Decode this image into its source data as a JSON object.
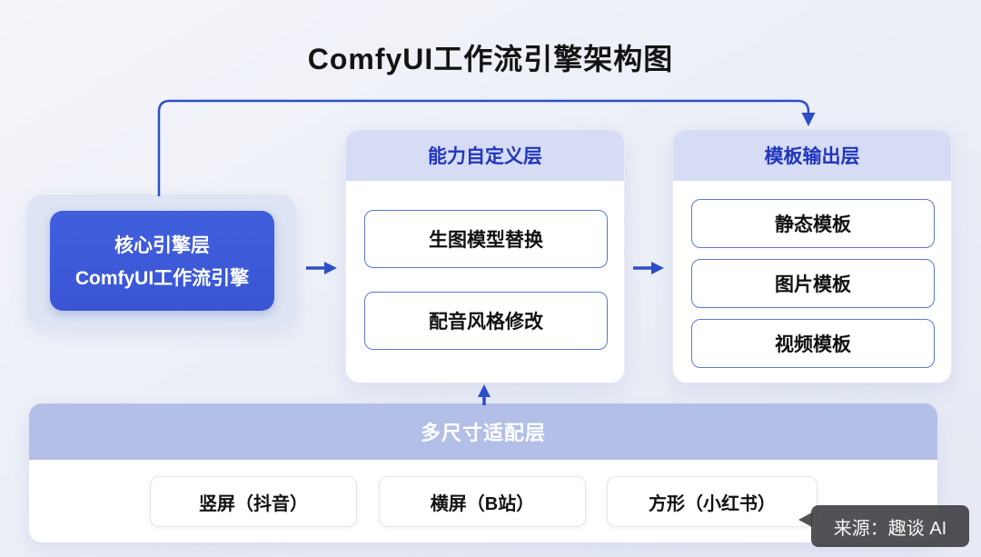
{
  "title": "ComfyUI工作流引擎架构图",
  "core_node": {
    "line1": "核心引擎层",
    "line2": "ComfyUI工作流引擎"
  },
  "capability_layer": {
    "title": "能力自定义层",
    "items": [
      "生图模型替换",
      "配音风格修改"
    ]
  },
  "template_layer": {
    "title": "模板输出层",
    "items": [
      "静态模板",
      "图片模板",
      "视频模板"
    ]
  },
  "adapter_layer": {
    "title": "多尺寸适配层",
    "items": [
      "竖屏（抖音）",
      "横屏（B站）",
      "方形（小红书）"
    ]
  },
  "watermark": {
    "text": "来源：趣谈 AI"
  },
  "colors": {
    "node_blue": "#3c58d8",
    "connector_blue": "#2c4ec8",
    "layer_header_text": "#2136be",
    "layer_header_bg": "#d6dcf4",
    "adapter_header_bg": "#b3bfe7",
    "item_border_blue": "#5b79d0",
    "badge_bg": "rgba(52,52,56,0.85)"
  }
}
